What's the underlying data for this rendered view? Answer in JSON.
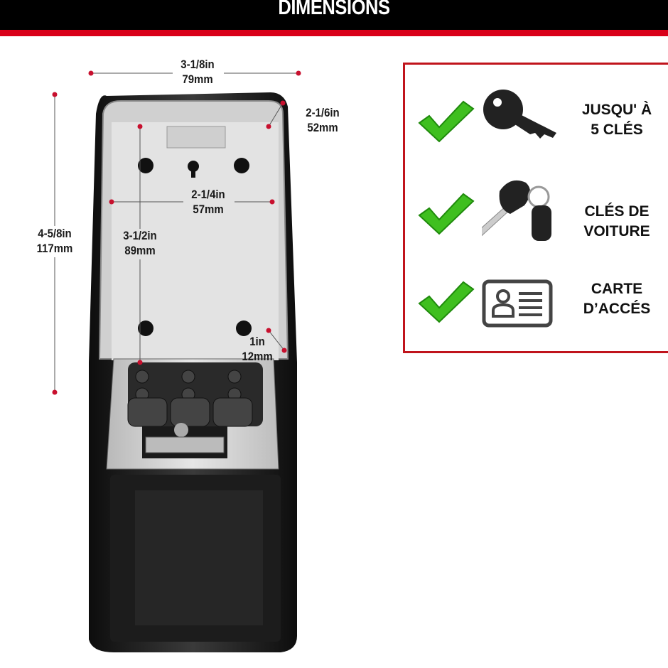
{
  "header": {
    "title": "DIMENSIONS"
  },
  "colors": {
    "header_bg": "#000000",
    "accent_red": "#d90019",
    "panel_border": "#c0141c",
    "check_green": "#3fbf1f"
  },
  "dimensions": {
    "width": {
      "imperial": "3-1/8in",
      "metric": "79mm"
    },
    "depth": {
      "imperial": "2-1/6in",
      "metric": "52mm"
    },
    "height": {
      "imperial": "4-5/8in",
      "metric": "117mm"
    },
    "inner_width": {
      "imperial": "2-1/4in",
      "metric": "57mm"
    },
    "inner_height": {
      "imperial": "3-1/2in",
      "metric": "89mm"
    },
    "inner_depth": {
      "imperial": "1in",
      "metric": "12mm"
    }
  },
  "features": [
    {
      "icon": "house-key-icon",
      "line1": "JUSQU' À",
      "line2": "5 CLÉS"
    },
    {
      "icon": "car-key-icon",
      "line1": "CLÉS DE",
      "line2": "VOITURE"
    },
    {
      "icon": "access-card-icon",
      "line1": "CARTE",
      "line2": "D’ACCÉS"
    }
  ]
}
